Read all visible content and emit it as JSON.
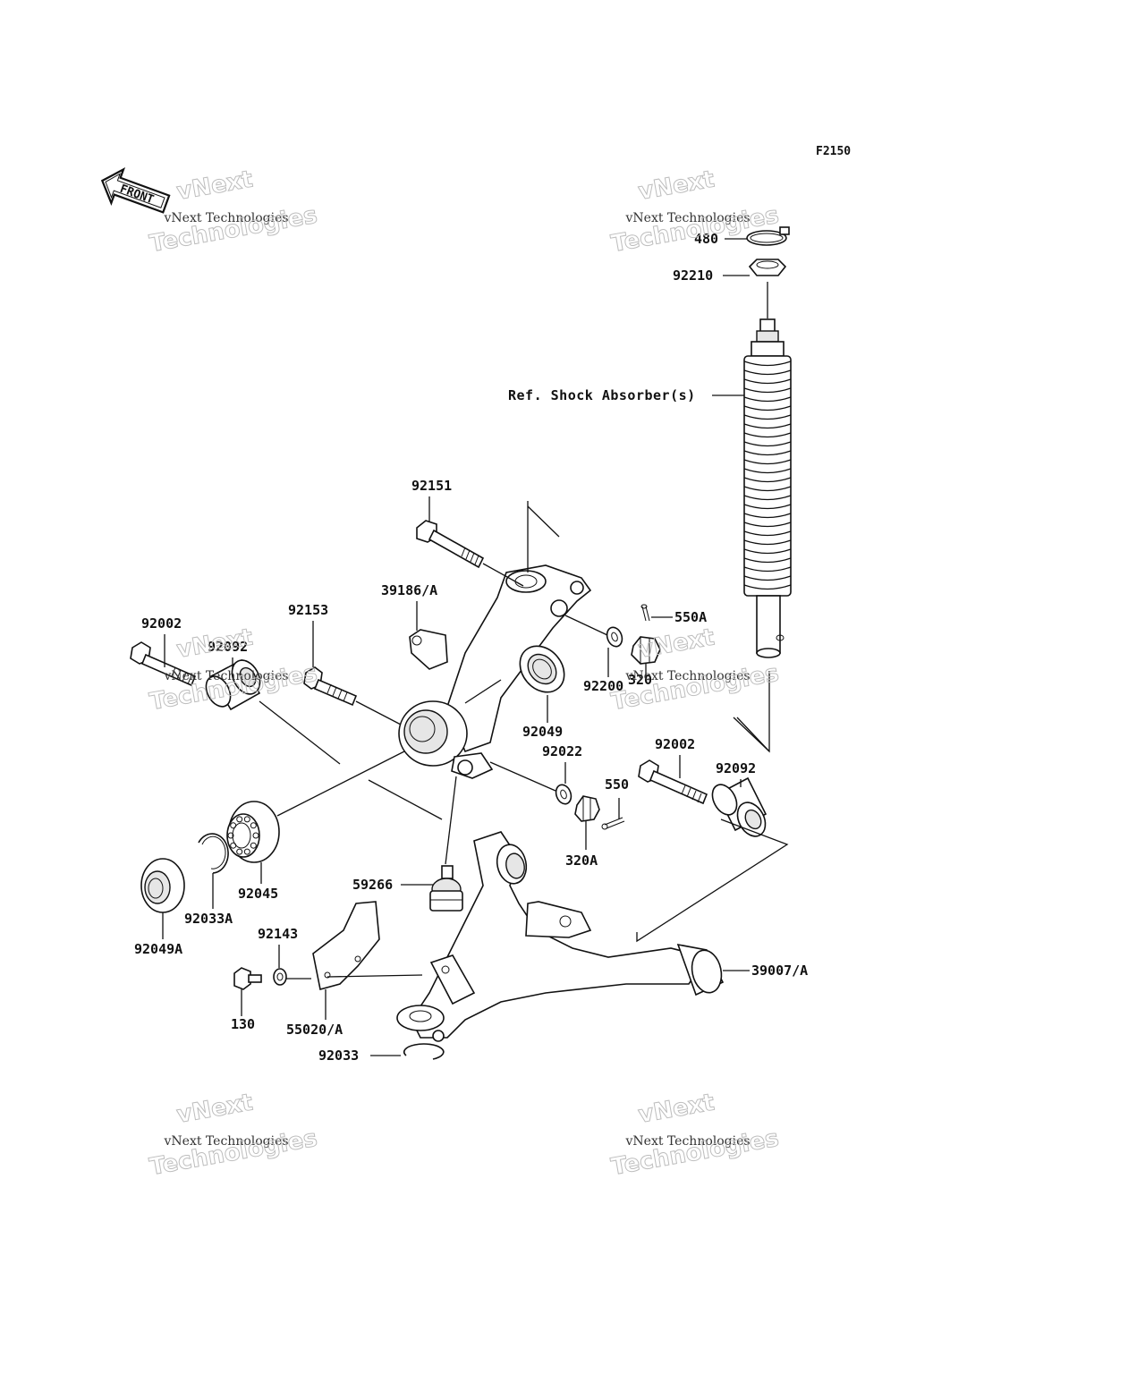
{
  "figure_code": "F2150",
  "front_arrow_label": "FRONT",
  "reference_label": "Ref. Shock Absorber(s)",
  "part_labels": {
    "p480": "480",
    "p92210": "92210",
    "p92151": "92151",
    "p39186A": "39186/A",
    "p92153": "92153",
    "p92002a": "92002",
    "p92092a": "92092",
    "p550A": "550A",
    "p92200": "92200",
    "p320": "320",
    "p92049": "92049",
    "p92022": "92022",
    "p92002b": "92002",
    "p92092b": "92092",
    "p550": "550",
    "p320A": "320A",
    "p92045": "92045",
    "p92033A": "92033A",
    "p92049A": "92049A",
    "p59266": "59266",
    "p92143": "92143",
    "p39007A": "39007/A",
    "p130": "130",
    "p55020A": "55020/A",
    "p92033": "92033"
  },
  "watermark": {
    "line_big_1": "vNext",
    "line_small": "vNext Technologies",
    "line_big_2": "Technologies"
  }
}
